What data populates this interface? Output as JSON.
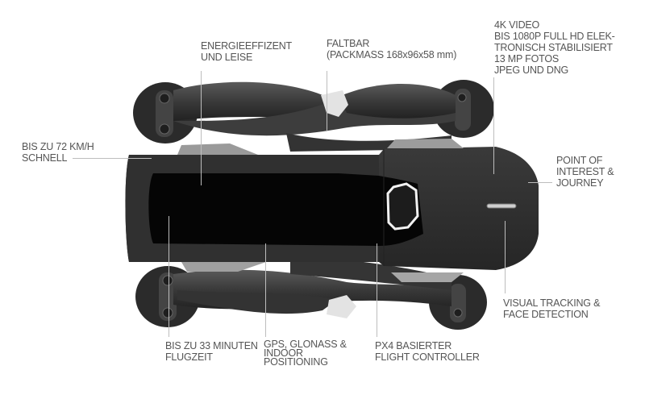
{
  "product": "folded drone top view",
  "colors": {
    "background": "#ffffff",
    "label_text": "#555555",
    "leader_line": "#bdbdbd",
    "body_dark": "#2f2f2f",
    "body_black": "#050505",
    "propeller": "#3a3a3a",
    "highlight": "#d9d9d9",
    "led_ring": "#f2f2f2"
  },
  "features": {
    "video": {
      "lines": [
        "4K VIDEO",
        "BIS 1080P FULL HD ELEK-",
        "TRONISCH STABILISIERT",
        "13 MP FOTOS",
        "JPEG UND DNG"
      ]
    },
    "energy": {
      "lines": [
        "ENERGIEEFFIZENT",
        "UND LEISE"
      ]
    },
    "foldable": {
      "lines": [
        "FALTBAR",
        "(PACKMASS 168x96x58 mm)"
      ]
    },
    "speed": {
      "lines": [
        "BIS ZU 72 KM/H",
        "SCHNELL"
      ]
    },
    "poi": {
      "lines": [
        "POINT OF",
        "INTEREST &",
        "JOURNEY"
      ]
    },
    "tracking": {
      "lines": [
        "VISUAL TRACKING &",
        "FACE DETECTION"
      ]
    },
    "flight_time": {
      "lines": [
        "BIS ZU 33 MINUTEN",
        "FLUGZEIT"
      ]
    },
    "gps": {
      "lines": [
        "GPS, GLONASS &",
        "INDOOR",
        "POSITIONING"
      ]
    },
    "controller": {
      "lines": [
        "PX4 BASIERTER",
        "FLIGHT CONTROLLER"
      ]
    }
  }
}
